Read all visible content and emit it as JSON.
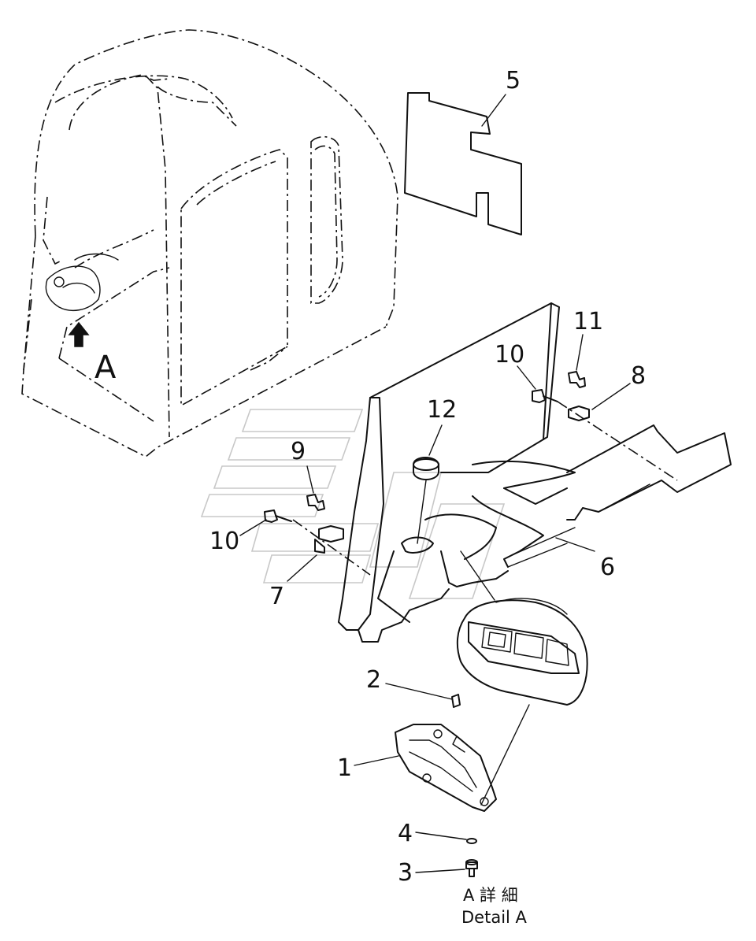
{
  "view_marker": "A",
  "detail_caption": {
    "line1": "A 詳 細",
    "line2": "Detail A"
  },
  "callouts": {
    "c1": "1",
    "c2": "2",
    "c3": "3",
    "c4": "4",
    "c5": "5",
    "c6": "6",
    "c7": "7",
    "c8": "8",
    "c9": "9",
    "c10a": "10",
    "c10b": "10",
    "c11": "11",
    "c12": "12"
  }
}
